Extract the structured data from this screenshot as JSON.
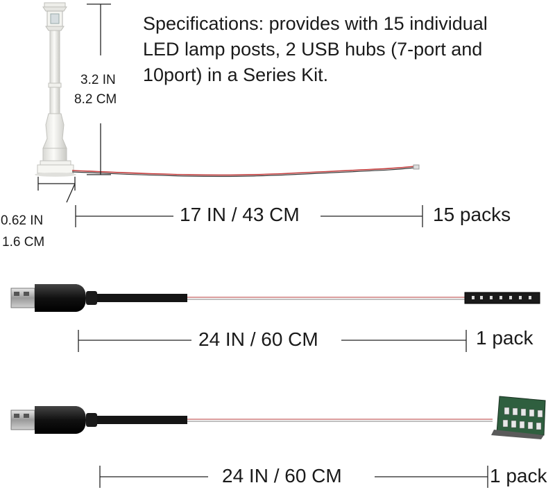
{
  "specifications": {
    "line1": "Specifications: provides with 15 individual",
    "line2": "LED lamp posts, 2 USB hubs (7-port and",
    "line3": "10port) in a Series Kit."
  },
  "lamp_post": {
    "height_in": "3.2 IN",
    "height_cm": "8.2 CM",
    "base_in": "0.62 IN",
    "base_cm": "1.6 CM",
    "wire_length": "17 IN / 43 CM",
    "quantity": "15 packs"
  },
  "usb_hub_7_port": {
    "cable_length": "24 IN / 60 CM",
    "quantity": "1 pack"
  },
  "usb_hub_10_port": {
    "cable_length": "24 IN / 60 CM",
    "quantity": "1 pack"
  }
}
